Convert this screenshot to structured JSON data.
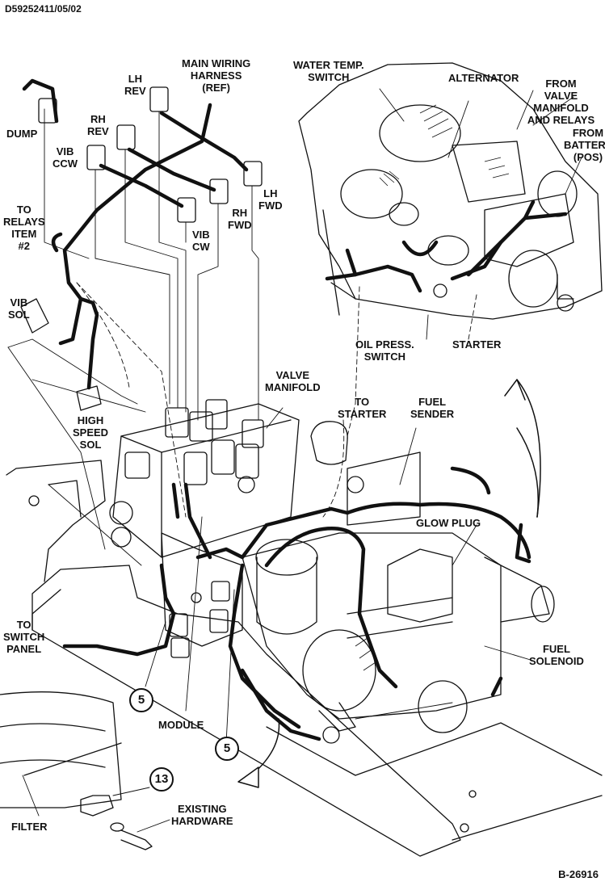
{
  "doc_id": "D59252411/05/02",
  "figure_id": "B-26916",
  "labels": {
    "dump": "DUMP",
    "lh_rev": "LH\nREV",
    "rh_rev": "RH\nREV",
    "vib_ccw": "VIB\nCCW",
    "main_harness": "MAIN WIRING\nHARNESS\n(REF)",
    "lh_fwd": "LH\nFWD",
    "rh_fwd": "RH\nFWD",
    "vib_cw": "VIB\nCW",
    "to_relays": "TO\nRELAYS\nITEM\n#2",
    "vib_sol": "VIB\nSOL",
    "high_speed_sol": "HIGH\nSPEED\nSOL",
    "valve_manifold": "VALVE\nMANIFOLD",
    "to_starter": "TO\nSTARTER",
    "fuel_sender": "FUEL\nSENDER",
    "glow_plug": "GLOW PLUG",
    "water_temp_switch": "WATER TEMP.\nSWITCH",
    "alternator": "ALTERNATOR",
    "from_valve_manifold": "FROM\nVALVE MANIFOLD\nAND RELAYS",
    "from_battery": "FROM\nBATTERY\n(POS)",
    "oil_press_switch": "OIL PRESS.\nSWITCH",
    "starter": "STARTER",
    "to_switch_panel": "TO\nSWITCH\nPANEL",
    "fuel_solenoid": "FUEL\nSOLENOID",
    "module": "MODULE",
    "filter": "FILTER",
    "existing_hardware": "EXISTING\nHARDWARE"
  },
  "callouts": [
    "5",
    "5",
    "13"
  ]
}
